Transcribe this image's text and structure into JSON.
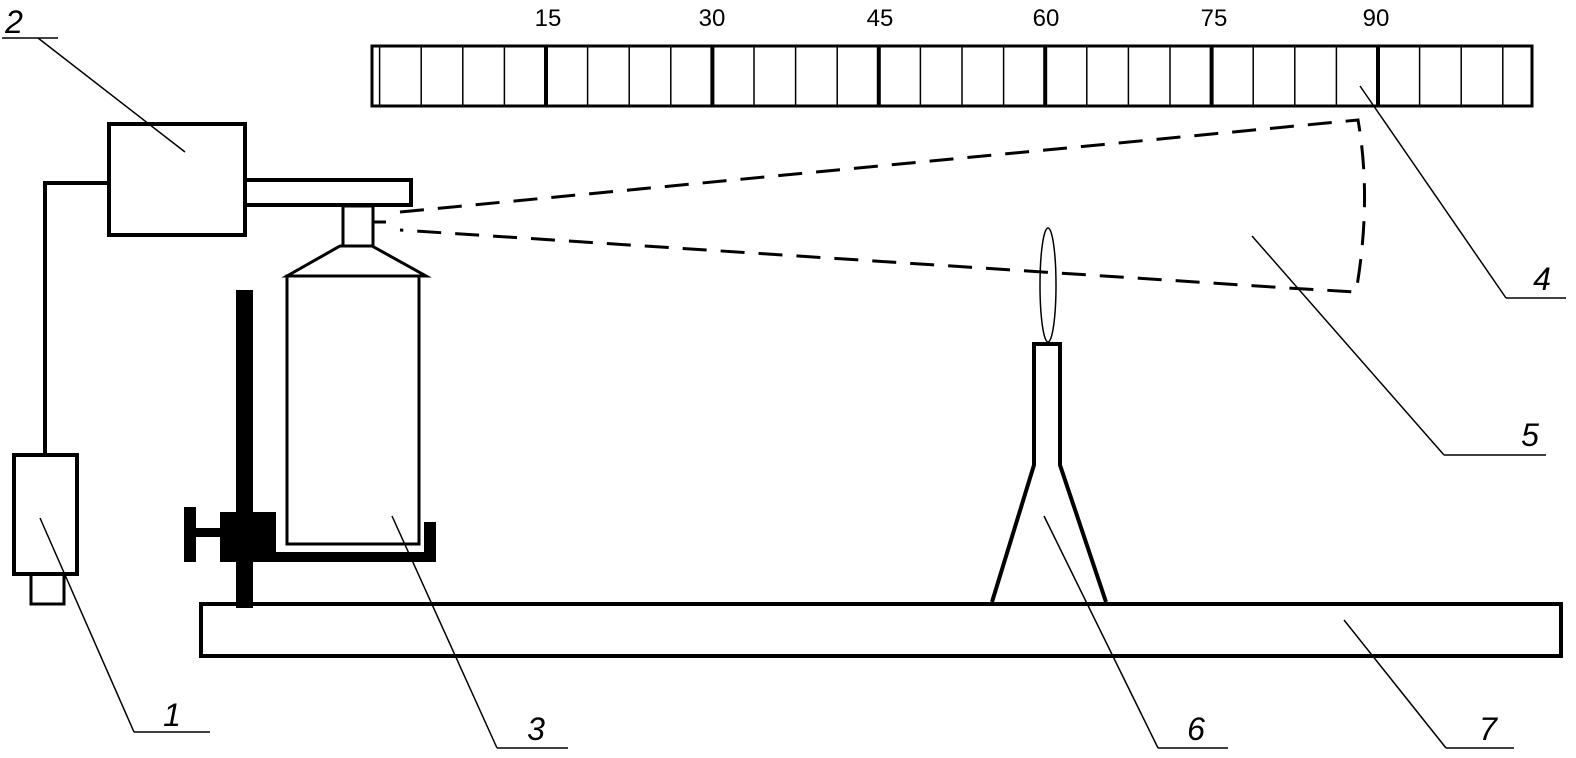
{
  "scale": {
    "tick_labels": [
      "15",
      "30",
      "45",
      "60",
      "75",
      "90"
    ]
  },
  "callouts": [
    {
      "id": "1",
      "text": "1"
    },
    {
      "id": "2",
      "text": "2"
    },
    {
      "id": "3",
      "text": "3"
    },
    {
      "id": "4",
      "text": "4"
    },
    {
      "id": "5",
      "text": "5"
    },
    {
      "id": "6",
      "text": "6"
    },
    {
      "id": "7",
      "text": "7"
    }
  ]
}
